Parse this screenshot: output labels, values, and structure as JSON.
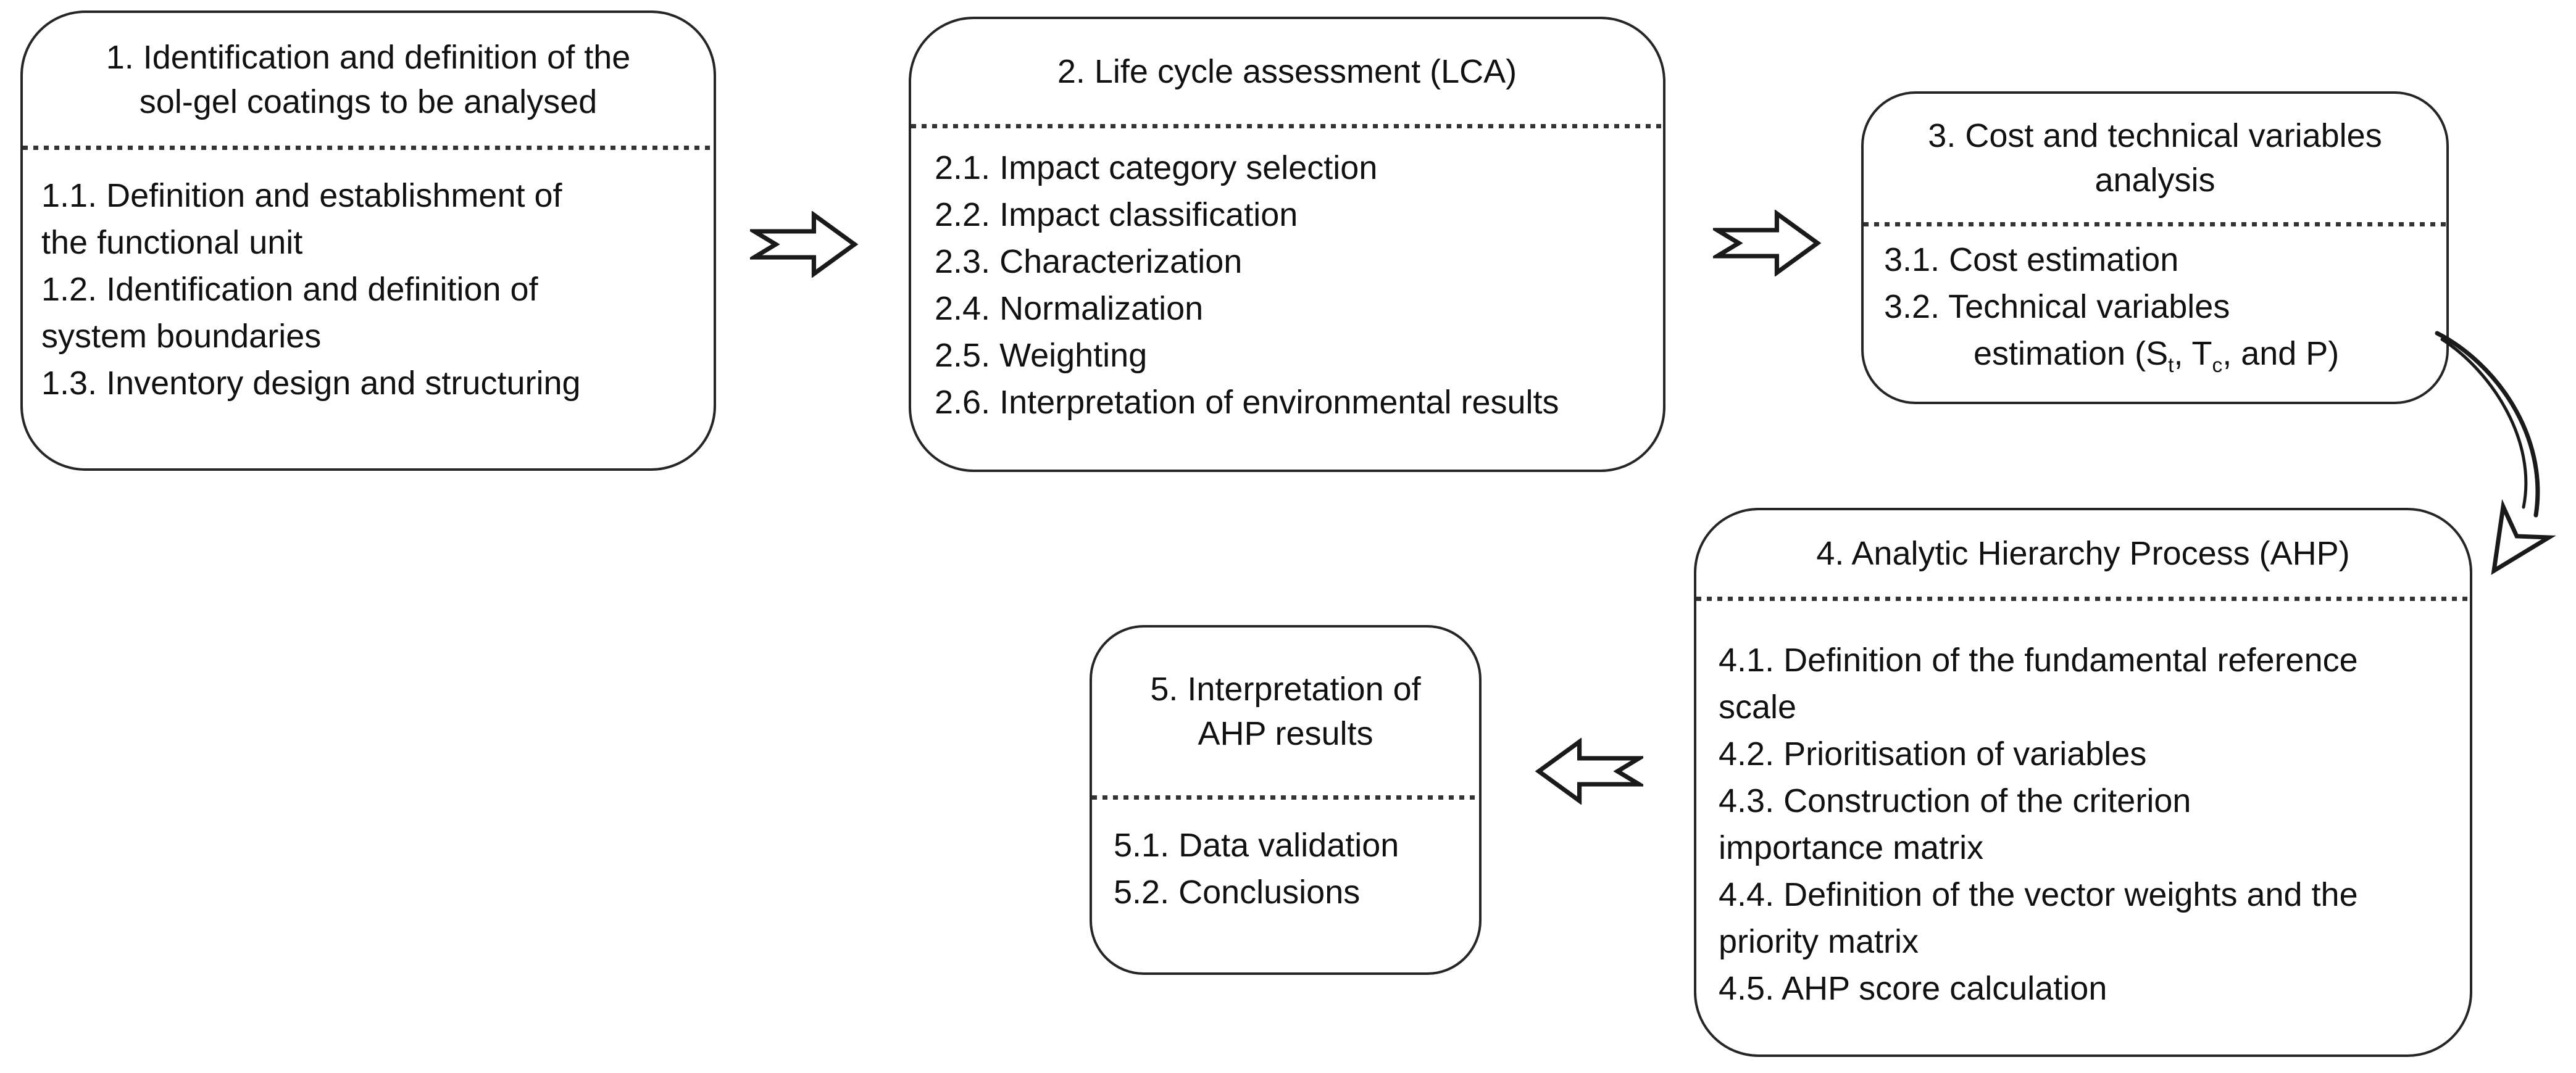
{
  "diagram": {
    "background_color": "#ffffff",
    "line_color": "#1a1a1a",
    "boxes": [
      {
        "id": "1",
        "name": "identification-and-definition",
        "header_lines": [
          "1. Identification and definition of the",
          "sol-gel coatings to be analysed"
        ],
        "body_lines": [
          {
            "text": "1.1. Definition and establishment of"
          },
          {
            "text": "the functional unit"
          },
          {
            "text": "1.2. Identification and definition of"
          },
          {
            "text": "system boundaries"
          },
          {
            "text": "1.3. Inventory design and structuring"
          }
        ]
      },
      {
        "id": "2",
        "name": "life-cycle-assessment",
        "header_lines": [
          "2. Life cycle assessment (LCA)"
        ],
        "body_lines": [
          {
            "text": "2.1. Impact category selection"
          },
          {
            "text": "2.2. Impact classification"
          },
          {
            "text": "2.3. Characterization"
          },
          {
            "text": "2.4. Normalization"
          },
          {
            "text": "2.5. Weighting"
          },
          {
            "text": "2.6. Interpretation of environmental results"
          }
        ]
      },
      {
        "id": "3",
        "name": "cost-and-technical-variables-analysis",
        "header_lines": [
          "3. Cost and technical variables",
          "analysis"
        ],
        "body_lines": [
          {
            "text": "3.1. Cost estimation"
          },
          {
            "text": "3.2. Technical variables"
          },
          {
            "segments": [
              {
                "t": "estimation (S"
              },
              {
                "t": "t",
                "sub": true
              },
              {
                "t": ", T"
              },
              {
                "t": "c",
                "sub": true
              },
              {
                "t": ", and P)"
              }
            ],
            "indent": true
          }
        ]
      },
      {
        "id": "4",
        "name": "analytic-hierarchy-process",
        "header_lines": [
          "4. Analytic Hierarchy Process (AHP)"
        ],
        "body_lines": [
          {
            "text": "4.1. Definition of the fundamental reference"
          },
          {
            "text": "scale"
          },
          {
            "text": "4.2. Prioritisation of variables"
          },
          {
            "text": "4.3. Construction of the criterion"
          },
          {
            "text": "importance matrix"
          },
          {
            "text": "4.4. Definition of the vector weights and the"
          },
          {
            "text": "priority matrix"
          },
          {
            "text": "4.5. AHP score calculation"
          }
        ]
      },
      {
        "id": "5",
        "name": "interpretation-of-ahp-results",
        "header_lines": [
          "5. Interpretation of",
          "AHP results"
        ],
        "body_lines": [
          {
            "text": "5.1. Data validation"
          },
          {
            "text": "5.2. Conclusions"
          }
        ]
      }
    ],
    "arrows": [
      {
        "name": "arrow-box1-to-box2",
        "direction": "right"
      },
      {
        "name": "arrow-box2-to-box3",
        "direction": "right"
      },
      {
        "name": "arrow-box3-to-box4",
        "direction": "curved-down-left"
      },
      {
        "name": "arrow-box4-to-box5",
        "direction": "left"
      }
    ]
  }
}
